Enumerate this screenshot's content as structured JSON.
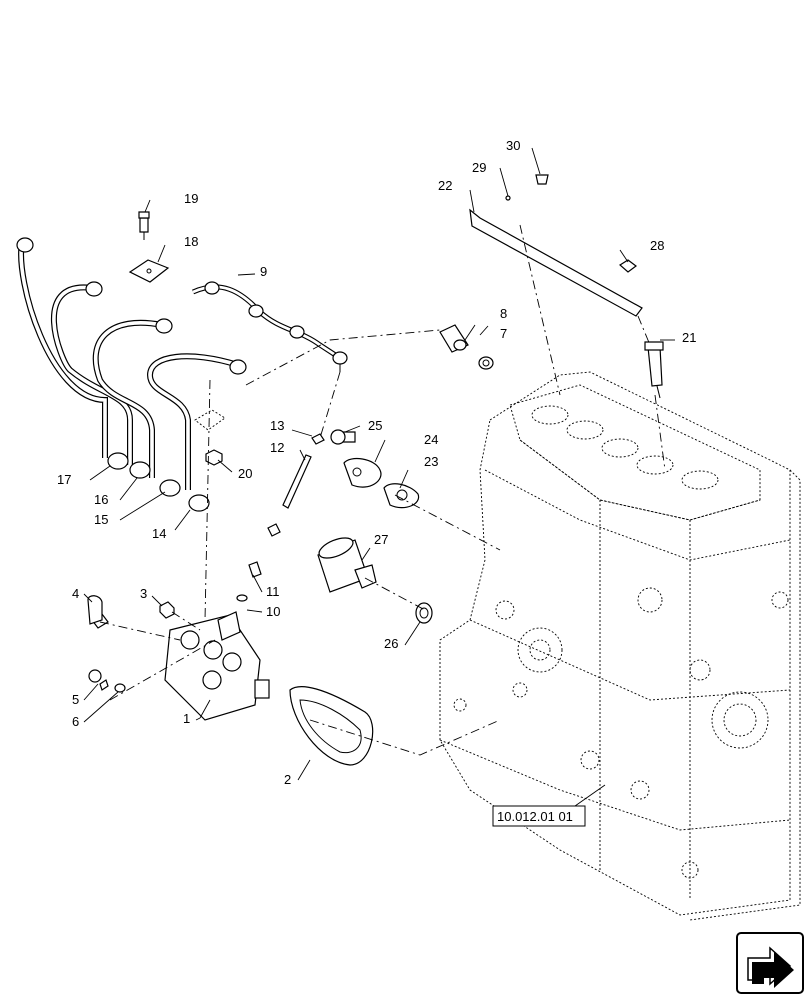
{
  "diagram": {
    "callouts": {
      "c1": "1",
      "c2": "2",
      "c3": "3",
      "c4": "4",
      "c5": "5",
      "c6": "6",
      "c7": "7",
      "c8": "8",
      "c9": "9",
      "c10": "10",
      "c11": "11",
      "c12": "12",
      "c13": "13",
      "c14": "14",
      "c15": "15",
      "c16": "16",
      "c17": "17",
      "c18": "18",
      "c19": "19",
      "c20": "20",
      "c21": "21",
      "c22": "22",
      "c23": "23",
      "c24": "24",
      "c25": "25",
      "c26": "26",
      "c27": "27",
      "c28": "28",
      "c29": "29",
      "c30": "30"
    },
    "reference_label": "10.012.01 01"
  }
}
